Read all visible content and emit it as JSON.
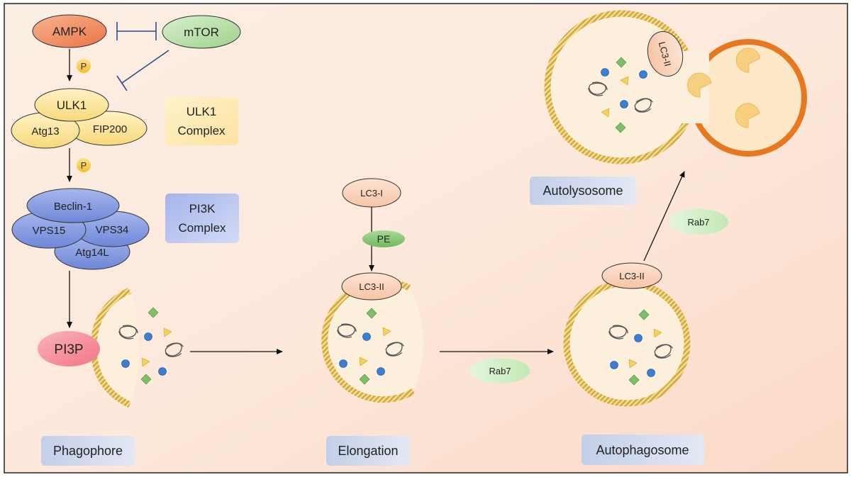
{
  "proteins": {
    "ampk": "AMPK",
    "mtor": "mTOR",
    "p1": "P",
    "p2": "P",
    "ulk1": "ULK1",
    "atg13": "Atg13",
    "fip200": "FIP200",
    "beclin1": "Beclin-1",
    "vps15": "VPS15",
    "vps34": "VPS34",
    "atg14l": "Atg14L",
    "pi3p": "PI3P",
    "lc3i": "LC3-I",
    "pe": "PE",
    "lc3ii_elongation": "LC3-II",
    "lc3ii_autophagosome": "LC3-II",
    "lc3ii_autolysosome": "LC3-II",
    "rab7_lower": "Rab7",
    "rab7_upper": "Rab7"
  },
  "complexes": {
    "ulk1": [
      "ULK1",
      "Complex"
    ],
    "pi3k": [
      "PI3K",
      "Complex"
    ]
  },
  "stages": {
    "phagophore": "Phagophore",
    "elongation": "Elongation",
    "autophagosome": "Autophagosome",
    "autolysosome": "Autolysosome"
  },
  "colors": {
    "ampk": "#f08a5d",
    "mtor": "#a6d99a",
    "phospho": "#f7c948",
    "ulk_complex": "#fce7a6",
    "pi3k_protein": "#7a90dc",
    "pi3k_label": "#b9c6f0",
    "pi3p": "#f07f8d",
    "lc3": "#f8cdb4",
    "pe": "#86c56e",
    "rab7": "#cdeec4",
    "membrane": "#d8b24a",
    "lysosome": "#e8781f",
    "stage_label": "#c9d4ea",
    "inhibit_line": "#2f4c8f"
  }
}
